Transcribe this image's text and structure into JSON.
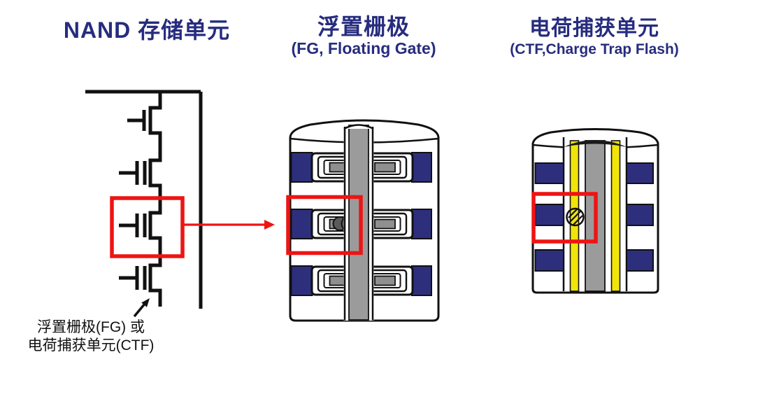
{
  "colors": {
    "background": "#ffffff",
    "title_text": "#262c7e",
    "line_black": "#111111",
    "highlight_red": "#ee1414",
    "wordline_navy": "#2d2f7d",
    "gate_gray": "#8f8f8f",
    "channel_gray": "#9b9b9b",
    "trap_yellow": "#f0e40a",
    "annotation_text": "#111111"
  },
  "panels": {
    "nand_string": {
      "title": "NAND 存储单元",
      "annotation_line1": "浮置栅极(FG) 或",
      "annotation_line2": "电荷捕获单元(CTF)"
    },
    "floating_gate": {
      "title": "浮置栅极",
      "subtitle": "(FG, Floating Gate)"
    },
    "charge_trap": {
      "title": "电荷捕获单元",
      "subtitle": "(CTF,Charge Trap Flash)"
    }
  }
}
